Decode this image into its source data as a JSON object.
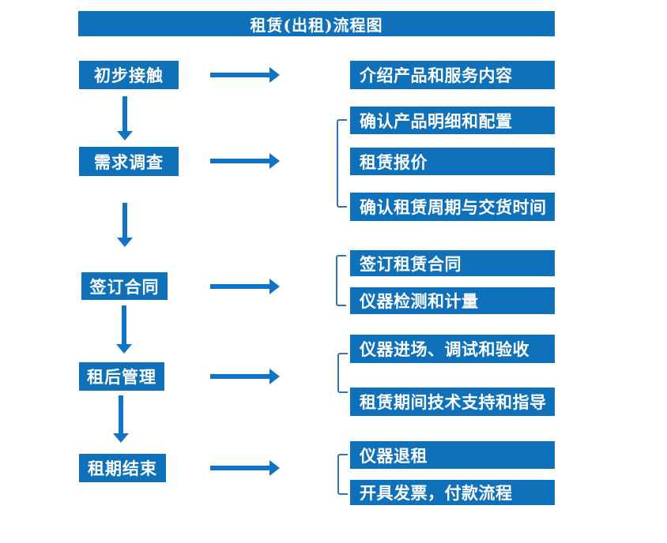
{
  "header": {
    "title": "租赁(出租)流程图"
  },
  "colors": {
    "primary_blue": "#0e71b9",
    "arrow_blue": "#1173c5",
    "bracket_blue": "#2e74b5",
    "text_white": "#ffffff",
    "background": "#ffffff"
  },
  "steps": [
    {
      "label": "初步接触",
      "details": [
        "介绍产品和服务内容"
      ]
    },
    {
      "label": "需求调查",
      "details": [
        "确认产品明细和配置",
        "租赁报价",
        "确认租赁周期与交货时间"
      ]
    },
    {
      "label": "签订合同",
      "details": [
        "签订租赁合同",
        "仪器检测和计量"
      ]
    },
    {
      "label": "租后管理",
      "details": [
        "仪器进场、调试和验收",
        "租赁期间技术支持和指导"
      ]
    },
    {
      "label": "租期结束",
      "details": [
        "仪器退租",
        "开具发票，付款流程"
      ]
    }
  ]
}
